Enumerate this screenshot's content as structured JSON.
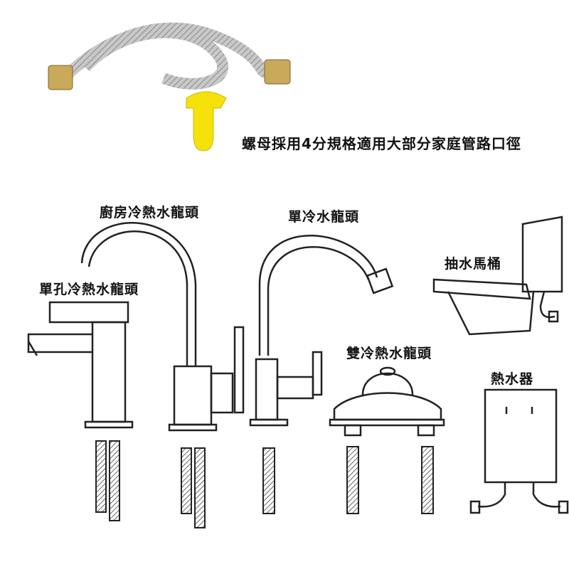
{
  "caption": "螺母採用4分規格適用大部分家庭管路口徑",
  "labels": {
    "kitchen_faucet": "廚房冷熱水龍頭",
    "cold_faucet": "單冷水龍頭",
    "single_hole_faucet": "單孔冷熱水龍頭",
    "toilet": "抽水馬桶",
    "dual_faucet": "雙冷熱水龍頭",
    "water_heater": "熱水器"
  },
  "colors": {
    "hose": "#b9b9b9",
    "brass": "#c9a95a",
    "clip": "#f5e20a",
    "line": "#222222"
  }
}
